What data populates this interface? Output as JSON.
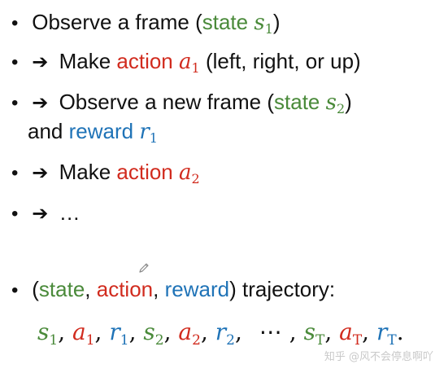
{
  "bullets": {
    "b1": {
      "dot": "•",
      "text": "Observe a frame (",
      "state_word": "state",
      "state_var": "s",
      "state_sub": "1",
      "close": ")"
    },
    "b2": {
      "dot": "•",
      "arrow": "➔",
      "text": "Make",
      "action_word": "action",
      "action_var": "a",
      "action_sub": "1",
      "tail": "(left, right, or up)"
    },
    "b3": {
      "dot": "•",
      "arrow": "➔",
      "text": "Observe a new frame (",
      "state_word": "state",
      "state_var": "s",
      "state_sub": "2",
      "close": ")",
      "line2_text": "and",
      "reward_word": "reward",
      "reward_var": "r",
      "reward_sub": "1"
    },
    "b4": {
      "dot": "•",
      "arrow": "➔",
      "text": "Make",
      "action_word": "action",
      "action_var": "a",
      "action_sub": "2"
    },
    "b5": {
      "dot": "•",
      "arrow": "➔",
      "text": "…"
    },
    "b6": {
      "dot": "•",
      "open": "(",
      "state_word": "state",
      "comma1": ",",
      "action_word": "action",
      "comma2": ",",
      "reward_word": "reward",
      "close": ")",
      "tail": "trajectory:"
    }
  },
  "trajectory": {
    "s": "s",
    "a": "a",
    "r": "r",
    "sub1": "1",
    "sub2": "2",
    "subT": "T",
    "comma": ",",
    "ellipsis": "⋯",
    "period": "."
  },
  "icons": {
    "pen": "pen-icon"
  },
  "colors": {
    "state": "#4a8a3a",
    "action": "#d12b1e",
    "reward": "#1f73b7"
  },
  "watermark": "知乎 @风不会停息啊吖"
}
